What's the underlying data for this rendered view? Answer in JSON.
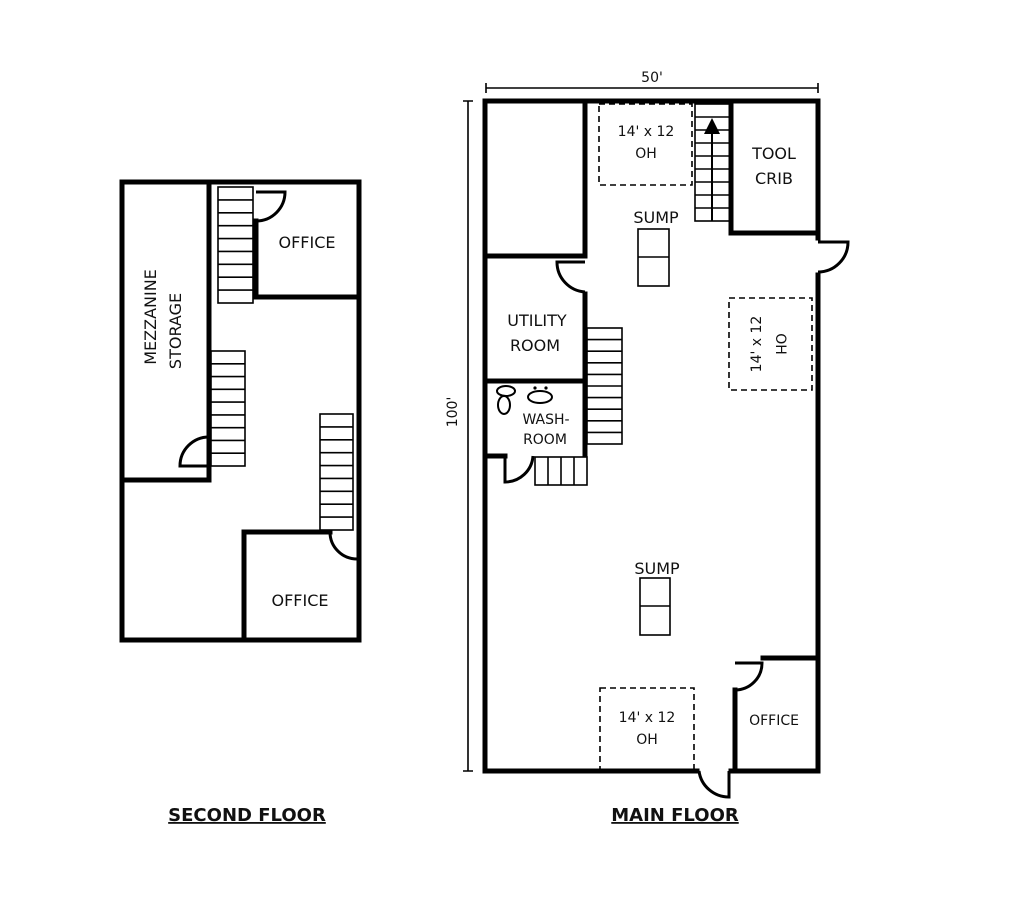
{
  "second_floor": {
    "title": "SECOND FLOOR",
    "rooms": {
      "mezzanine_line1": "MEZZANINE",
      "mezzanine_line2": "STORAGE",
      "office_top": "OFFICE",
      "office_bottom": "OFFICE"
    }
  },
  "main_floor": {
    "title": "MAIN FLOOR",
    "dimensions": {
      "width": "50'",
      "length": "100'"
    },
    "rooms": {
      "tool_crib_line1": "TOOL",
      "tool_crib_line2": "CRIB",
      "utility_line1": "UTILITY",
      "utility_line2": "ROOM",
      "washroom_line1": "WASH-",
      "washroom_line2": "ROOM",
      "office": "OFFICE"
    },
    "sump_label": "SUMP",
    "overhead_doors": [
      {
        "size": "14' x 12",
        "type": "OH"
      },
      {
        "size": "14' x 12",
        "type": "OH"
      },
      {
        "size": "14' x 12",
        "type": "OH"
      }
    ]
  }
}
